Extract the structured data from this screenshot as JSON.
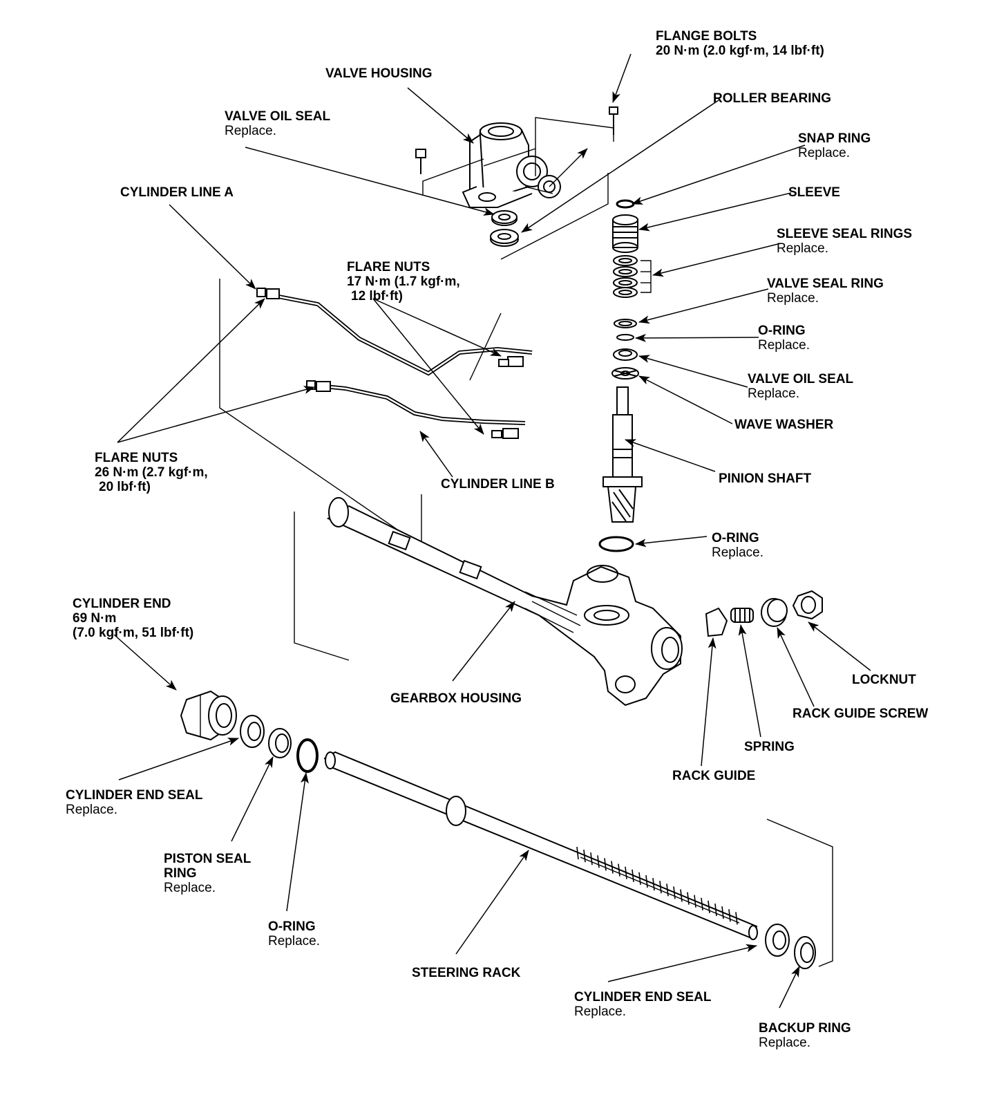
{
  "labels": {
    "flange_bolts": {
      "title": "FLANGE BOLTS",
      "sub": "20 N·m (2.0 kgf·m, 14 lbf·ft)"
    },
    "valve_housing": {
      "title": "VALVE HOUSING"
    },
    "roller_bearing": {
      "title": "ROLLER BEARING"
    },
    "valve_oil_seal_top": {
      "title": "VALVE OIL SEAL",
      "sub": "Replace."
    },
    "snap_ring": {
      "title": "SNAP RING",
      "sub": "Replace."
    },
    "cylinder_line_a": {
      "title": "CYLINDER LINE A"
    },
    "sleeve": {
      "title": "SLEEVE"
    },
    "sleeve_seal_rings": {
      "title": "SLEEVE SEAL RINGS",
      "sub": "Replace."
    },
    "flare_nuts_17": {
      "title": "FLARE NUTS",
      "line2": "17 N·m (1.7 kgf·m,",
      "line3": "12 lbf·ft)"
    },
    "valve_seal_ring": {
      "title": "VALVE SEAL RING",
      "sub": "Replace."
    },
    "o_ring_1": {
      "title": "O-RING",
      "sub": "Replace."
    },
    "valve_oil_seal_2": {
      "title": "VALVE OIL SEAL",
      "sub": "Replace."
    },
    "wave_washer": {
      "title": "WAVE WASHER"
    },
    "flare_nuts_26": {
      "title": "FLARE NUTS",
      "line2": "26 N·m (2.7 kgf·m,",
      "line3": "20 lbf·ft)"
    },
    "cylinder_line_b": {
      "title": "CYLINDER LINE B"
    },
    "pinion_shaft": {
      "title": "PINION SHAFT"
    },
    "o_ring_2": {
      "title": "O-RING",
      "sub": "Replace."
    },
    "cylinder_end": {
      "title": "CYLINDER END",
      "line2": "69 N·m",
      "line3": "(7.0 kgf·m,  51 lbf·ft)"
    },
    "locknut": {
      "title": "LOCKNUT"
    },
    "gearbox_housing": {
      "title": "GEARBOX HOUSING"
    },
    "rack_guide_screw": {
      "title": "RACK GUIDE SCREW"
    },
    "spring": {
      "title": "SPRING"
    },
    "rack_guide": {
      "title": "RACK GUIDE"
    },
    "cylinder_end_seal_1": {
      "title": "CYLINDER END SEAL",
      "sub": "Replace."
    },
    "piston_seal_ring": {
      "title": "PISTON SEAL",
      "line2": "RING",
      "sub": "Replace."
    },
    "o_ring_3": {
      "title": "O-RING",
      "sub": "Replace."
    },
    "steering_rack": {
      "title": "STEERING RACK"
    },
    "cylinder_end_seal_2": {
      "title": "CYLINDER END SEAL",
      "sub": "Replace."
    },
    "backup_ring": {
      "title": "BACKUP RING",
      "sub": "Replace."
    }
  },
  "colors": {
    "ink": "#000000",
    "paper": "#ffffff",
    "shade": "#8a8a8a"
  }
}
